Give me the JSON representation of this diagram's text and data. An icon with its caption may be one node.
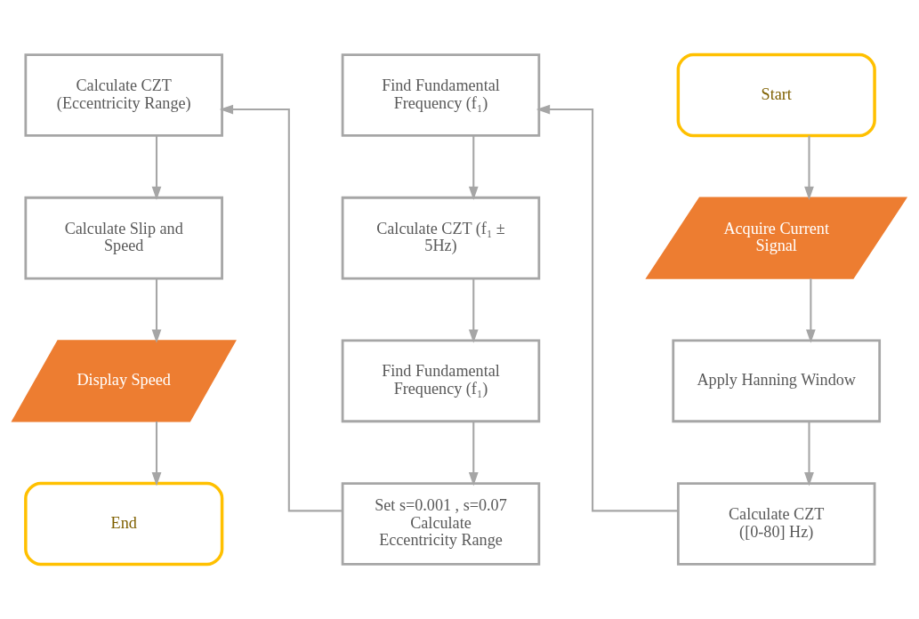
{
  "diagram": {
    "nodes": [
      {
        "text": [
          "Start"
        ]
      },
      {
        "text": [
          "Acquire Current Signal"
        ]
      },
      {
        "text": [
          "Apply Hanning Window"
        ]
      },
      {
        "text": [
          "Calculate CZT ([0-80] Hz)"
        ]
      },
      {
        "text": [
          "Find Fundamental Frequency (f₁)"
        ]
      },
      {
        "text": [
          "Calculate CZT (f₁ ± 5Hz)"
        ]
      },
      {
        "text": [
          "Find Fundamental Frequency (f₁)"
        ]
      },
      {
        "text": [
          "Set s=0.001 , s=0.07 Calculate Eccentricity Range"
        ]
      },
      {
        "text": [
          "Calculate CZT (Eccentricity Range)"
        ]
      },
      {
        "text": [
          "Calculate Slip and Speed"
        ]
      },
      {
        "text": [
          "Display Speed"
        ]
      },
      {
        "text": [
          "End"
        ]
      }
    ],
    "edges": [
      {
        "from": 0,
        "to": 1,
        "arrow": "to"
      },
      {
        "from": 1,
        "to": 2,
        "arrow": "to"
      },
      {
        "from": 2,
        "to": 3,
        "arrow": "to"
      },
      {
        "from": 3,
        "to": 4,
        "arrow": "to"
      },
      {
        "from": 4,
        "to": 5,
        "arrow": "to"
      },
      {
        "from": 5,
        "to": 6,
        "arrow": "to"
      },
      {
        "from": 6,
        "to": 7,
        "arrow": "to"
      },
      {
        "from": 7,
        "to": 8,
        "arrow": "to"
      },
      {
        "from": 8,
        "to": 9,
        "arrow": "to"
      },
      {
        "from": 9,
        "to": 10,
        "arrow": "to"
      },
      {
        "from": 10,
        "to": 11,
        "arrow": "to"
      }
    ]
  }
}
